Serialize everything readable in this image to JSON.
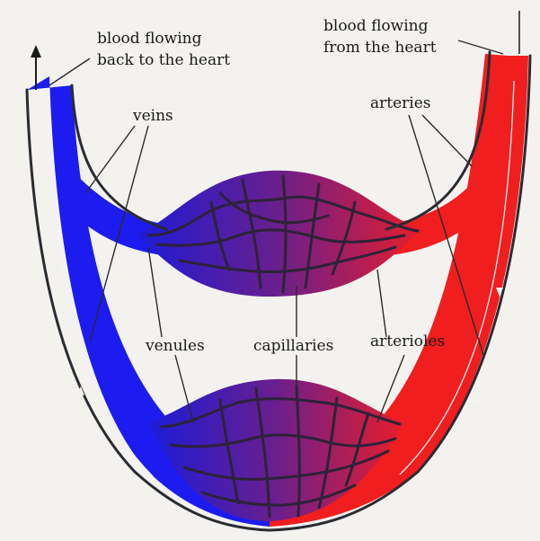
{
  "labels": {
    "back_line1": "blood flowing",
    "back_line2": "back to the heart",
    "from_line1": "blood flowing",
    "from_line2": "from the heart",
    "veins": "veins",
    "arteries": "arteries",
    "venules": "venules",
    "capillaries": "capillaries",
    "arterioles": "arterioles"
  },
  "colors": {
    "vein": "#1c1cf0",
    "artery": "#f01e1e",
    "bed_mid": "#6a1f8c",
    "background": "#f4f2ef"
  }
}
